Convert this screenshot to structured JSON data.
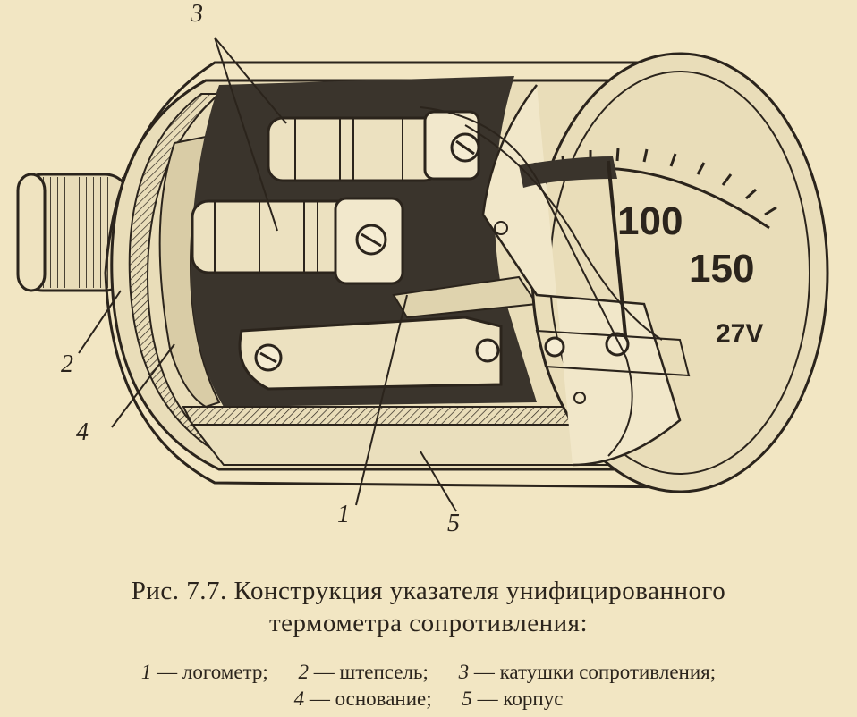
{
  "figure": {
    "dial_marks": [
      "100",
      "150",
      "27V"
    ],
    "callouts": [
      "3",
      "2",
      "4",
      "1",
      "5"
    ]
  },
  "caption": {
    "title_line1": "Рис. 7.7. Конструкция указателя унифицированного",
    "title_line2": "термометра сопротивления:",
    "legend": [
      {
        "num": "1",
        "text": " — логометр;"
      },
      {
        "num": "2",
        "text": " — штепсель;"
      },
      {
        "num": "3",
        "text": " — катушки сопротивления;"
      },
      {
        "num": "4",
        "text": " — основание;"
      },
      {
        "num": "5",
        "text": " — корпус"
      }
    ]
  },
  "colors": {
    "paper": "#f2e6c3",
    "ink": "#2b241c",
    "dark_interior": "#3a342c"
  }
}
